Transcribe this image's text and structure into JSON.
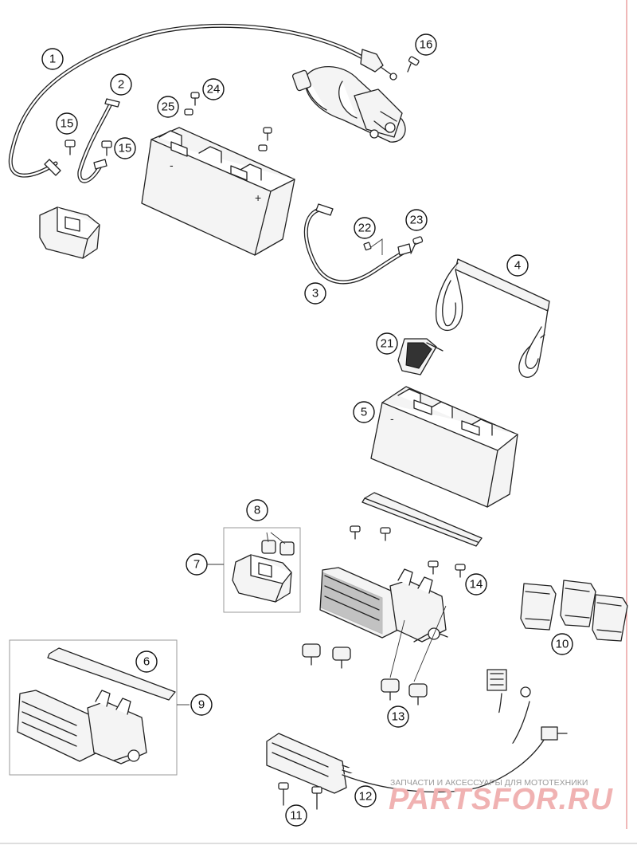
{
  "callouts": [
    {
      "id": "1",
      "label": "1"
    },
    {
      "id": "2",
      "label": "2"
    },
    {
      "id": "3",
      "label": "3"
    },
    {
      "id": "4",
      "label": "4"
    },
    {
      "id": "5",
      "label": "5"
    },
    {
      "id": "6",
      "label": "6"
    },
    {
      "id": "7",
      "label": "7"
    },
    {
      "id": "8",
      "label": "8"
    },
    {
      "id": "9",
      "label": "9"
    },
    {
      "id": "10",
      "label": "10"
    },
    {
      "id": "11",
      "label": "11"
    },
    {
      "id": "12",
      "label": "12"
    },
    {
      "id": "13",
      "label": "13"
    },
    {
      "id": "14",
      "label": "14"
    },
    {
      "id": "15a",
      "label": "15"
    },
    {
      "id": "15b",
      "label": "15"
    },
    {
      "id": "16",
      "label": "16"
    },
    {
      "id": "21",
      "label": "21"
    },
    {
      "id": "22",
      "label": "22"
    },
    {
      "id": "23",
      "label": "23"
    },
    {
      "id": "24",
      "label": "24"
    },
    {
      "id": "25",
      "label": "25"
    }
  ],
  "battery_marks": {
    "minus": "-",
    "plus": "+"
  },
  "watermark": {
    "tagline": "ЗАПЧАСТИ И АКСЕССУАРЫ ДЛЯ МОТОТЕХНИКИ",
    "brand": "PARTSFOR.RU"
  },
  "colors": {
    "line": "#222222",
    "watermark": "#f0b2b2",
    "frame": "#9a9a9a",
    "edge": "#e07070"
  },
  "icons": [
    "starter-motor",
    "battery",
    "battery-cable",
    "starter-relay",
    "fuse",
    "battery-strap",
    "regulator",
    "voltage-regulator"
  ]
}
